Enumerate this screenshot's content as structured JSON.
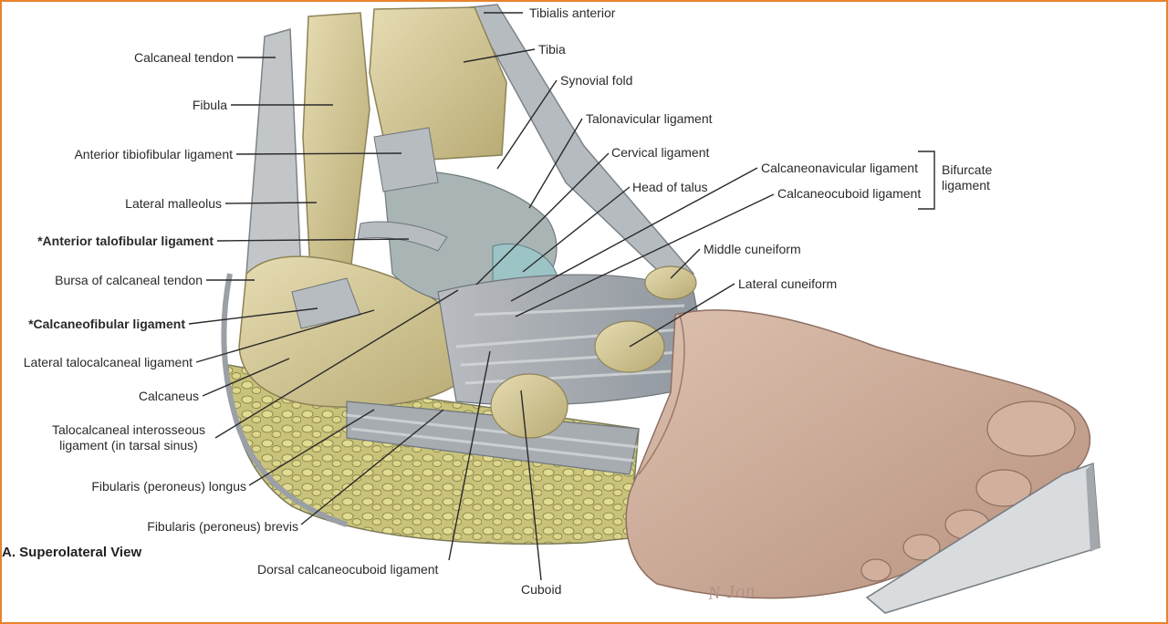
{
  "figure": {
    "caption": "A. Superolateral View",
    "signature": "N Jon",
    "bracket_label_line1": "Bifurcate",
    "bracket_label_line2": "ligament"
  },
  "labels": [
    {
      "id": "tibialis-anterior",
      "text": "Tibialis anterior",
      "bold": false
    },
    {
      "id": "tibia",
      "text": "Tibia",
      "bold": false
    },
    {
      "id": "synovial-fold",
      "text": "Synovial fold",
      "bold": false
    },
    {
      "id": "talonavicular-ligament",
      "text": "Talonavicular ligament",
      "bold": false
    },
    {
      "id": "cervical-ligament",
      "text": "Cervical ligament",
      "bold": false
    },
    {
      "id": "head-of-talus",
      "text": "Head of talus",
      "bold": false
    },
    {
      "id": "calcaneonavicular-ligament",
      "text": "Calcaneonavicular ligament",
      "bold": false
    },
    {
      "id": "calcaneocuboid-ligament",
      "text": "Calcaneocuboid ligament",
      "bold": false
    },
    {
      "id": "middle-cuneiform",
      "text": "Middle cuneiform",
      "bold": false
    },
    {
      "id": "lateral-cuneiform",
      "text": "Lateral cuneiform",
      "bold": false
    },
    {
      "id": "calcaneal-tendon",
      "text": "Calcaneal tendon",
      "bold": false
    },
    {
      "id": "fibula",
      "text": "Fibula",
      "bold": false
    },
    {
      "id": "anterior-tibiofibular-ligament",
      "text": "Anterior tibiofibular ligament",
      "bold": false
    },
    {
      "id": "lateral-malleolus",
      "text": "Lateral malleolus",
      "bold": false
    },
    {
      "id": "anterior-talofibular-ligament",
      "text": "*Anterior talofibular ligament",
      "bold": true
    },
    {
      "id": "bursa-of-calcaneal-tendon",
      "text": "Bursa of calcaneal tendon",
      "bold": false
    },
    {
      "id": "calcaneofibular-ligament",
      "text": "*Calcaneofibular ligament",
      "bold": true
    },
    {
      "id": "lateral-talocalcaneal-ligament",
      "text": "Lateral talocalcaneal ligament",
      "bold": false
    },
    {
      "id": "calcaneus",
      "text": "Calcaneus",
      "bold": false
    },
    {
      "id": "talocalcaneal-interosseous-ligament",
      "text": "Talocalcaneal interosseous\nligament (in tarsal sinus)",
      "bold": false
    },
    {
      "id": "fibularis-longus",
      "text": "Fibularis (peroneus) longus",
      "bold": false
    },
    {
      "id": "fibularis-brevis",
      "text": "Fibularis (peroneus) brevis",
      "bold": false
    },
    {
      "id": "dorsal-calcaneocuboid-ligament",
      "text": "Dorsal calcaneocuboid ligament",
      "bold": false
    },
    {
      "id": "cuboid",
      "text": "Cuboid",
      "bold": false
    }
  ]
}
